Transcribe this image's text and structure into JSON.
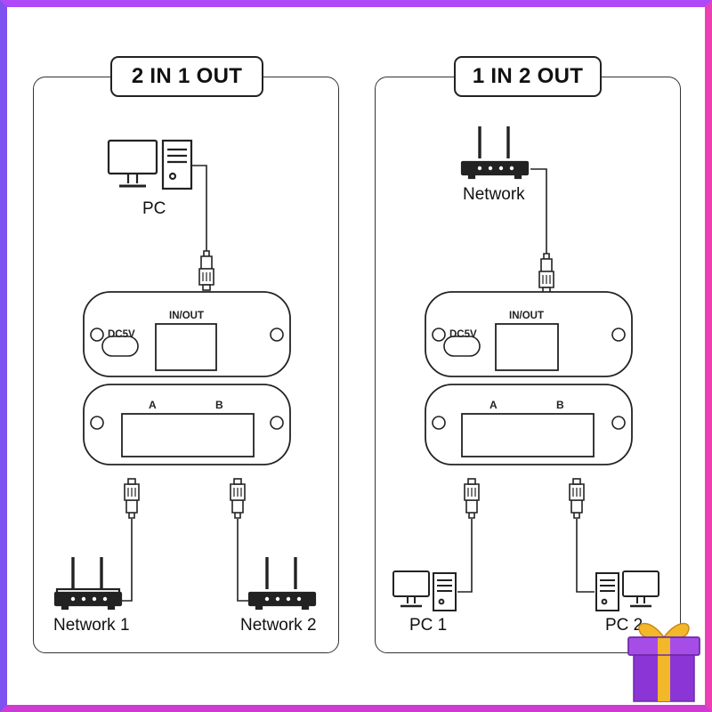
{
  "colors": {
    "frame": "#b13cf0",
    "line": "#222222",
    "gift_box": "#9b3fe0",
    "gift_ribbon": "#f2b82a"
  },
  "left": {
    "title": "2 IN 1 OUT",
    "top_device_label": "PC",
    "in_out_label": "IN/OUT",
    "dc_label": "DC5V",
    "port_a_label": "A",
    "port_b_label": "B",
    "bottom_left_label": "Network 1",
    "bottom_right_label": "Network 2",
    "icons": {
      "top": "pc-icon",
      "bottom_left": "router-icon",
      "bottom_right": "router-icon"
    }
  },
  "right": {
    "title": "1 IN 2 OUT",
    "top_device_label": "Network",
    "in_out_label": "IN/OUT",
    "dc_label": "DC5V",
    "port_a_label": "A",
    "port_b_label": "B",
    "bottom_left_label": "PC 1",
    "bottom_right_label": "PC 2",
    "icons": {
      "top": "router-icon",
      "bottom_left": "pc-icon",
      "bottom_right": "pc-icon"
    }
  },
  "overlay": {
    "icon": "gift-box-icon"
  }
}
